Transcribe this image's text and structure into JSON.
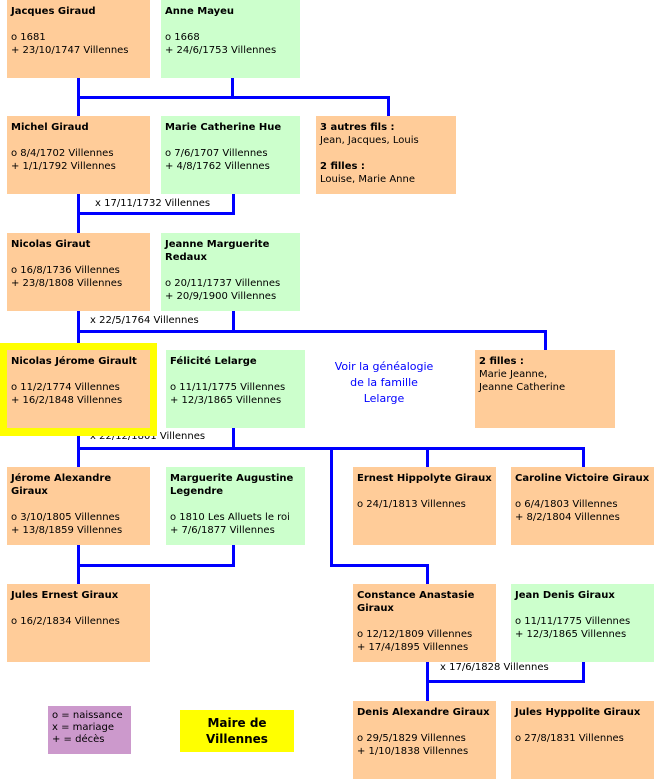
{
  "colors": {
    "male": "#FFCC99",
    "female": "#CCFFCC",
    "line": "#0000ff",
    "mayor": "#FFFF00",
    "legend": "#CC99CC"
  },
  "persons": [
    {
      "name": "Jacques Giraud",
      "birth": "o 1681",
      "death": "+ 23/10/1747 Villennes"
    },
    {
      "name": "Anne Mayeu",
      "birth": "o 1668",
      "death": "+ 24/6/1753 Villennes"
    },
    {
      "name": "Michel Giraud",
      "birth": "o 8/4/1702 Villennes",
      "death": "+ 1/1/1792 Villennes"
    },
    {
      "name": "Marie Catherine Hue",
      "birth": "o 7/6/1707 Villennes",
      "death": "+ 4/8/1762 Villennes"
    },
    {
      "name": "Nicolas Giraut",
      "birth": "o 16/8/1736 Villennes",
      "death": "+ 23/8/1808 Villennes"
    },
    {
      "name": "Jeanne Marguerite Redaux",
      "birth": "o 20/11/1737 Villennes",
      "death": "+ 20/9/1900 Villennes"
    },
    {
      "name": "Nicolas Jérome Girault",
      "birth": "o 11/2/1774 Villennes",
      "death": "+ 16/2/1848 Villennes"
    },
    {
      "name": "Félicité Lelarge",
      "birth": "o 11/11/1775 Villennes",
      "death": "+ 12/3/1865 Villennes"
    },
    {
      "name": "Jérome Alexandre Giraux",
      "birth": "o 3/10/1805 Villennes",
      "death": "+ 13/8/1859 Villennes"
    },
    {
      "name": "Marguerite Augustine Legendre",
      "birth": "o 1810 Les Alluets le roi",
      "death": "+ 7/6/1877 Villennes"
    },
    {
      "name": "Ernest Hippolyte Giraux",
      "birth": "o 24/1/1813 Villennes"
    },
    {
      "name": "Caroline Victoire Giraux",
      "birth": "o 6/4/1803 Villennes",
      "death": "+ 8/2/1804 Villennes"
    },
    {
      "name": "Jules Ernest Giraux",
      "birth": "o 16/2/1834 Villennes"
    },
    {
      "name": "Constance Anastasie Giraux",
      "birth": "o 12/12/1809 Villennes",
      "death": "+ 17/4/1895 Villennes"
    },
    {
      "name": "Jean Denis Giraux",
      "birth": "o 11/11/1775 Villennes",
      "death": "+ 12/3/1865 Villennes"
    },
    {
      "name": "Denis Alexandre Giraux",
      "birth": "o 29/5/1829 Villennes",
      "death": "+ 1/10/1838 Villennes"
    },
    {
      "name": "Jules Hyppolite Giraux",
      "birth": "o 27/8/1831 Villennes"
    }
  ],
  "siblings1": {
    "sons_title": "3 autres fils :",
    "sons": "Jean, Jacques, Louis",
    "daughters_title": "2 filles :",
    "daughters": "Louise, Marie Anne"
  },
  "siblings2": {
    "daughters_title": "2 filles :",
    "line1": "Marie Jeanne,",
    "line2": "Jeanne Catherine"
  },
  "marriages": [
    "x 17/11/1732 Villennes",
    "x 22/5/1764 Villennes",
    "x 22/12/1801 Villennes",
    "x 17/6/1828 Villennes"
  ],
  "link": {
    "line1": "Voir la généalogie",
    "line2": "de la famille",
    "line3": "Lelarge"
  },
  "legend": {
    "birth": "o = naissance",
    "marriage": "x = mariage",
    "death": "+ = décès"
  },
  "mayor": {
    "line1": "Maire de",
    "line2": "Villennes"
  }
}
